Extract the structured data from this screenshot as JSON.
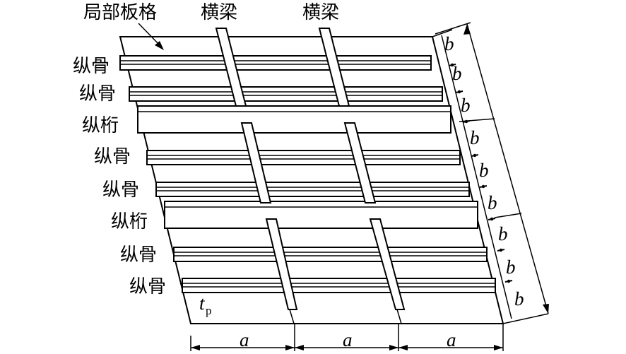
{
  "labels": {
    "local_panel": "局部板格",
    "transverse_beam_1": "横梁",
    "transverse_beam_2": "横梁",
    "plate_thickness_symbol": "t",
    "plate_thickness_subscript": "p"
  },
  "row_labels": [
    "纵骨",
    "纵骨",
    "纵桁",
    "纵骨",
    "纵骨",
    "纵桁",
    "纵骨",
    "纵骨"
  ],
  "spacing_labels": [
    "b",
    "b",
    "b",
    "b",
    "b",
    "b",
    "b",
    "b",
    "b"
  ],
  "bottom_dimension_labels": [
    "a",
    "a",
    "a"
  ]
}
